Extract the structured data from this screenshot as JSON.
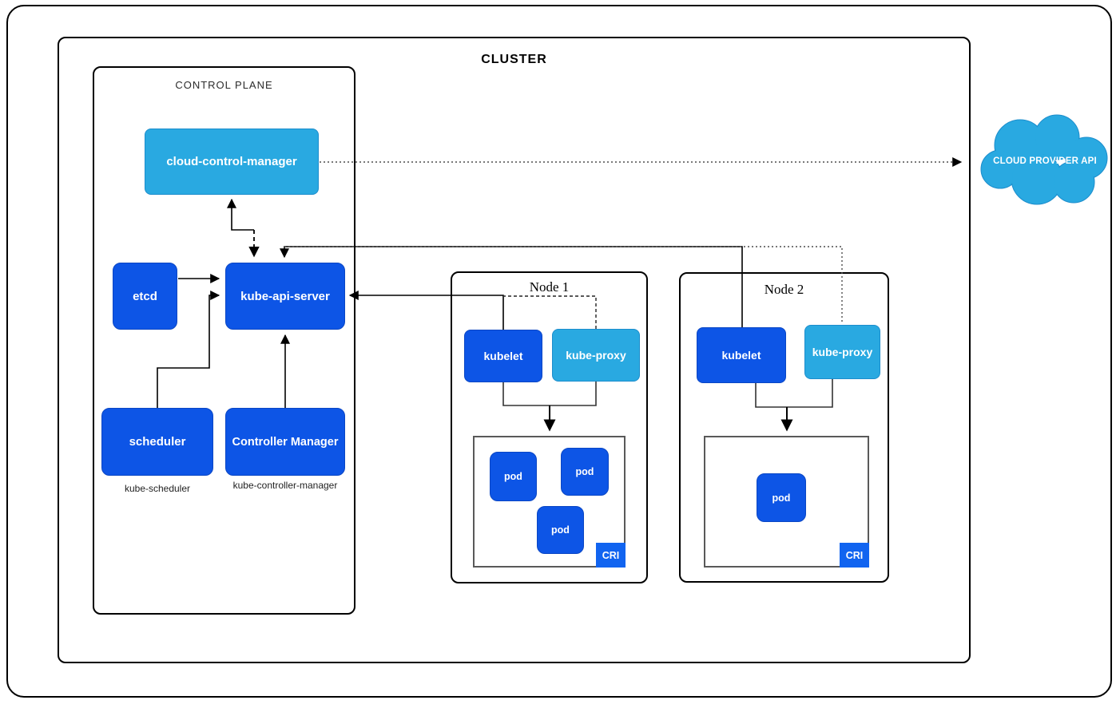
{
  "diagram": {
    "cluster_label": "CLUSTER",
    "control_plane": {
      "label": "CONTROL PLANE",
      "cloud_control_manager": "cloud-control-manager",
      "etcd": "etcd",
      "kube_api_server": "kube-api-server",
      "scheduler": "scheduler",
      "scheduler_caption": "kube-scheduler",
      "controller_manager": "Controller Manager",
      "controller_manager_caption": "kube-controller-manager"
    },
    "nodes": [
      {
        "label": "Node 1",
        "kubelet": "kubelet",
        "kube_proxy": "kube-proxy",
        "cri_label": "CRI",
        "pods": [
          "pod",
          "pod",
          "pod"
        ]
      },
      {
        "label": "Node 2",
        "kubelet": "kubelet",
        "kube_proxy": "kube-proxy",
        "cri_label": "CRI",
        "pods": [
          "pod"
        ]
      }
    ],
    "cloud_provider": {
      "label": "CLOUD PROVIDER API"
    },
    "colors": {
      "component_dark_blue": "#0d55e6",
      "component_light_blue": "#29a9e1",
      "cri_badge_blue": "#1164f0",
      "line_black": "#000000",
      "dotted_gray": "#4d4d4d"
    },
    "connections": [
      "kube-api-server <-> cloud-control-manager",
      "cloud-control-manager -> CLOUD PROVIDER API (dotted)",
      "etcd -> kube-api-server",
      "scheduler -> kube-api-server",
      "Controller Manager -> kube-api-server",
      "Node1 kubelet -> kube-api-server (kube-proxy joins dashed)",
      "Node2 kubelet -> kube-api-server (kube-proxy dotted return)",
      "kubelet + kube-proxy -> CRI (per node)"
    ]
  }
}
